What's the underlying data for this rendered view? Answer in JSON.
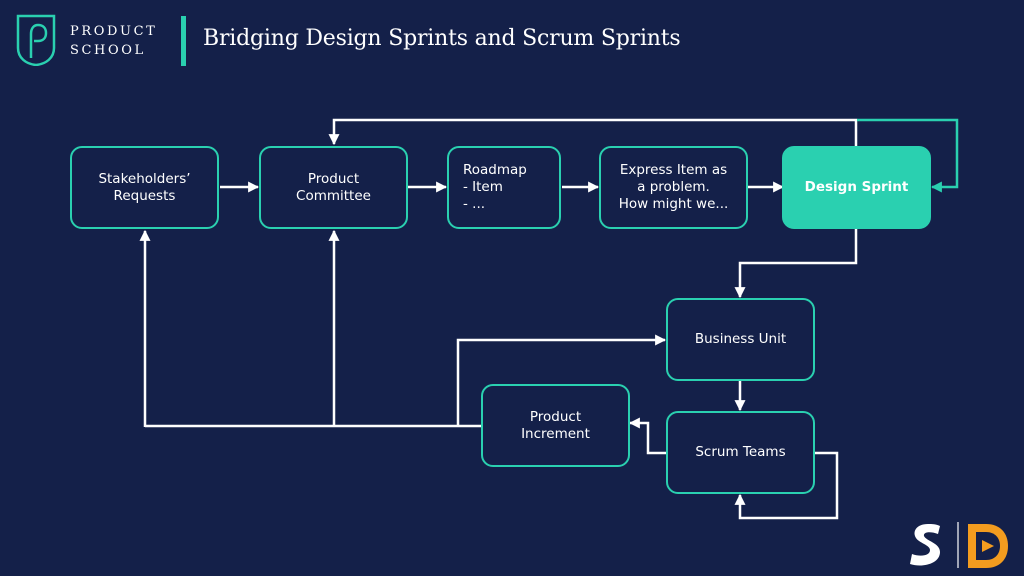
{
  "header": {
    "logo_line1": "PRODUCT",
    "logo_line2": "SCHOOL",
    "title": "Bridging Design Sprints and Scrum Sprints"
  },
  "diagram": {
    "nodes": {
      "stakeholders": "Stakeholders’\nRequests",
      "committee": "Product\nCommittee",
      "roadmap": "Roadmap\n - Item\n - ...",
      "express": "Express Item as\na problem.\nHow might we...",
      "design_sprint": "Design Sprint",
      "business_unit": "Business Unit",
      "scrum_teams": "Scrum Teams",
      "increment": "Product\nIncrement"
    },
    "edges": [
      {
        "from": "Stakeholders’ Requests",
        "to": "Product Committee"
      },
      {
        "from": "Product Committee",
        "to": "Roadmap"
      },
      {
        "from": "Roadmap",
        "to": "Express Item as a problem"
      },
      {
        "from": "Express Item as a problem",
        "to": "Design Sprint"
      },
      {
        "from": "Design Sprint",
        "to": "Product Committee"
      },
      {
        "from": "Design Sprint",
        "to": "Design Sprint"
      },
      {
        "from": "Design Sprint",
        "to": "Business Unit"
      },
      {
        "from": "Business Unit",
        "to": "Scrum Teams"
      },
      {
        "from": "Scrum Teams",
        "to": "Product Increment"
      },
      {
        "from": "Scrum Teams",
        "to": "Scrum Teams"
      },
      {
        "from": "Product Increment",
        "to": "Business Unit"
      },
      {
        "from": "Product Increment",
        "to": "Product Committee"
      },
      {
        "from": "Product Increment",
        "to": "Stakeholders’ Requests"
      }
    ]
  },
  "colors": {
    "background": "#142049",
    "accent": "#2ad0b0",
    "text": "#ffffff"
  },
  "icons": {
    "logo": "product-school-shield-icon",
    "brand_left": "scrum-s-icon",
    "brand_right": "orange-d-icon"
  }
}
